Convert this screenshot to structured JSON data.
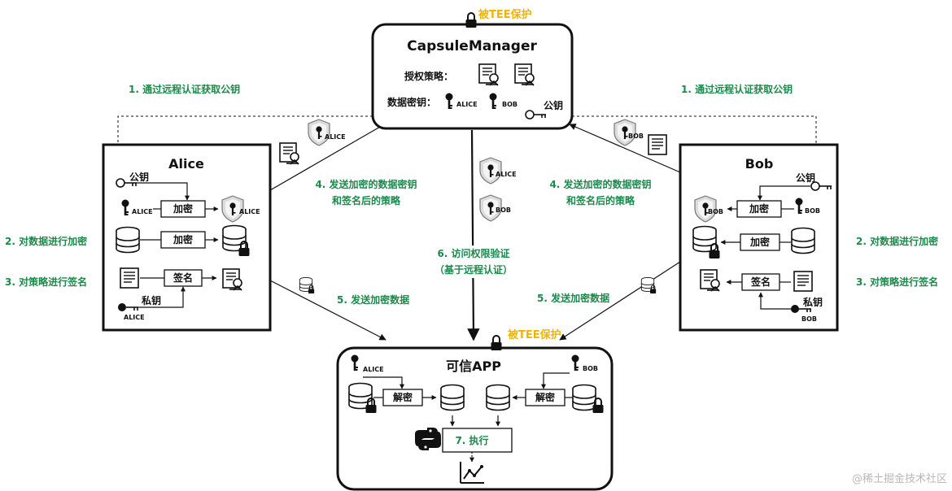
{
  "colors": {
    "step_text": "#1b8a4a",
    "tee_text": "#f0b400",
    "border": "#111111"
  },
  "capsule": {
    "tee_label": "被TEE保护",
    "title": "CapsuleManager",
    "auth_policy_label": "授权策略：",
    "data_key_label": "数据密钥：",
    "alice_tag": "ALICE",
    "bob_tag": "BOB",
    "pubkey_label": "公钥"
  },
  "alice": {
    "title": "Alice",
    "pubkey_label": "公钥",
    "encrypt_label_1": "加密",
    "encrypt_label_2": "加密",
    "sign_label": "签名",
    "privkey_label": "私钥",
    "key_tag": "ALICE",
    "shield_tag": "ALICE",
    "priv_tag": "ALICE"
  },
  "bob": {
    "title": "Bob",
    "pubkey_label": "公钥",
    "encrypt_label_1": "加密",
    "encrypt_label_2": "加密",
    "sign_label": "签名",
    "privkey_label": "私钥",
    "key_tag": "BOB",
    "shield_tag": "BOB",
    "priv_tag": "BOB"
  },
  "app": {
    "tee_label": "被TEE保护",
    "title": "可信APP",
    "alice_tag": "ALICE",
    "bob_tag": "BOB",
    "decrypt_left": "解密",
    "decrypt_right": "解密",
    "execute_label": "7. 执行"
  },
  "steps": {
    "left_1": "1. 通过远程认证获取公钥",
    "right_1": "1. 通过远程认证获取公钥",
    "left_2": "2. 对数据进行加密",
    "right_2": "2. 对数据进行加密",
    "left_3": "3. 对策略进行签名",
    "right_3": "3. 对策略进行签名",
    "left_4_line1": "4. 发送加密的数据密钥",
    "left_4_line2": "和签名后的策略",
    "right_4_line1": "4. 发送加密的数据密钥",
    "right_4_line2": "和签名后的策略",
    "left_5": "5. 发送加密数据",
    "right_5": "5. 发送加密数据",
    "center_6_line1": "6. 访问权限验证",
    "center_6_line2": "（基于远程认证）"
  },
  "float_tags": {
    "alice_shield": "ALICE",
    "bob_shield": "BOB",
    "mid_alice": "ALICE",
    "mid_bob": "BOB"
  },
  "watermark": "@稀土掘金技术社区"
}
